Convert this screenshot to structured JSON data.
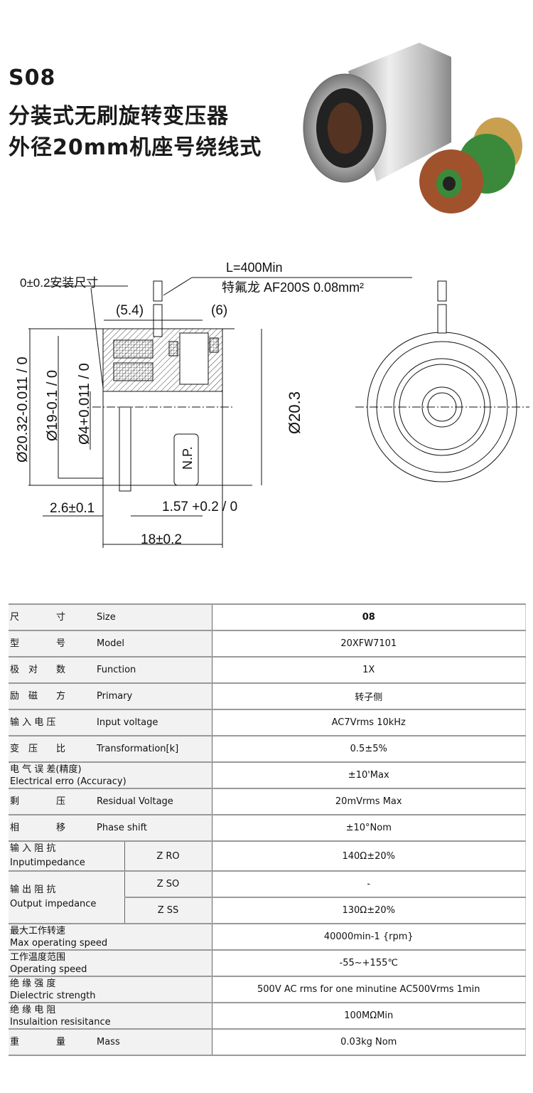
{
  "header": {
    "line1": "S08",
    "line2": "分装式无刷旋转变压器",
    "line3": "外径20mm机座号绕线式"
  },
  "drawing": {
    "mount": "0±0.2安装尺寸",
    "lead_length": "L=400Min",
    "wire": "特氟龙 AF200S 0.08mm²",
    "dim_5_4": "(5.4)",
    "dim_6": "(6)",
    "d_outer": "Ø20.32-0.011 / 0",
    "d_19": "Ø19-0.1 / 0",
    "d_4": "Ø4+0.011 / 0",
    "d_20_3": "Ø20.3",
    "np": "N.P.",
    "dim_2_6": "2.6±0.1",
    "dim_1_57": "1.57 +0.2 / 0",
    "dim_18": "18±0.2"
  },
  "spec": {
    "rows": [
      {
        "cn": "尺　　　　寸",
        "en": "Size",
        "value": "08"
      },
      {
        "cn": "型　　　　号",
        "en": "Model",
        "value": "20XFW7101"
      },
      {
        "cn": "极　对　　数",
        "en": "Function",
        "value": "1X"
      },
      {
        "cn": "励　磁　　方",
        "en": "Primary",
        "value": "转子侧"
      },
      {
        "cn": "输 入 电 压",
        "en": "Input voltage",
        "value": "AC7Vrms 10kHz"
      },
      {
        "cn": "变　压　　比",
        "en": "Transformation[k]",
        "value": "0.5±5%"
      },
      {
        "cn": "电 气 误 差(精度)",
        "en": "Electrical erro (Accuracy)",
        "value": "±10'Max"
      },
      {
        "cn": "剩　　　　压",
        "en": "Residual Voltage",
        "value": "20mVrms Max"
      },
      {
        "cn": "相　　　　移",
        "en": "Phase shift",
        "value": "±10°Nom"
      }
    ],
    "input_imp": {
      "cn": "输 入 阻 抗",
      "en": "Inputimpedance",
      "sub": "Z RO",
      "value": "140Ω±20%"
    },
    "output_imp": {
      "cn": "输 出 阻 抗",
      "en": "Output impedance",
      "sub1": "Z SO",
      "value1": "-",
      "sub2": "Z SS",
      "value2": "130Ω±20%"
    },
    "rows2": [
      {
        "cn": "最大工作转速",
        "en": "Max operating speed",
        "value": "40000min-1 {rpm}"
      },
      {
        "cn": "工作温度范围",
        "en": "Operating speed",
        "value": "-55~+155℃"
      },
      {
        "cn": "绝 缘 强 度",
        "en": "Dielectric strength",
        "value": "500V AC rms for one minutine AC500Vrms 1min"
      },
      {
        "cn": "绝 缘 电 阻",
        "en": "Insulaition resisitance",
        "value": "100MΩMin"
      }
    ],
    "mass": {
      "cn": "重　　　　量",
      "en": "Mass",
      "value": "0.03kg Nom"
    }
  }
}
